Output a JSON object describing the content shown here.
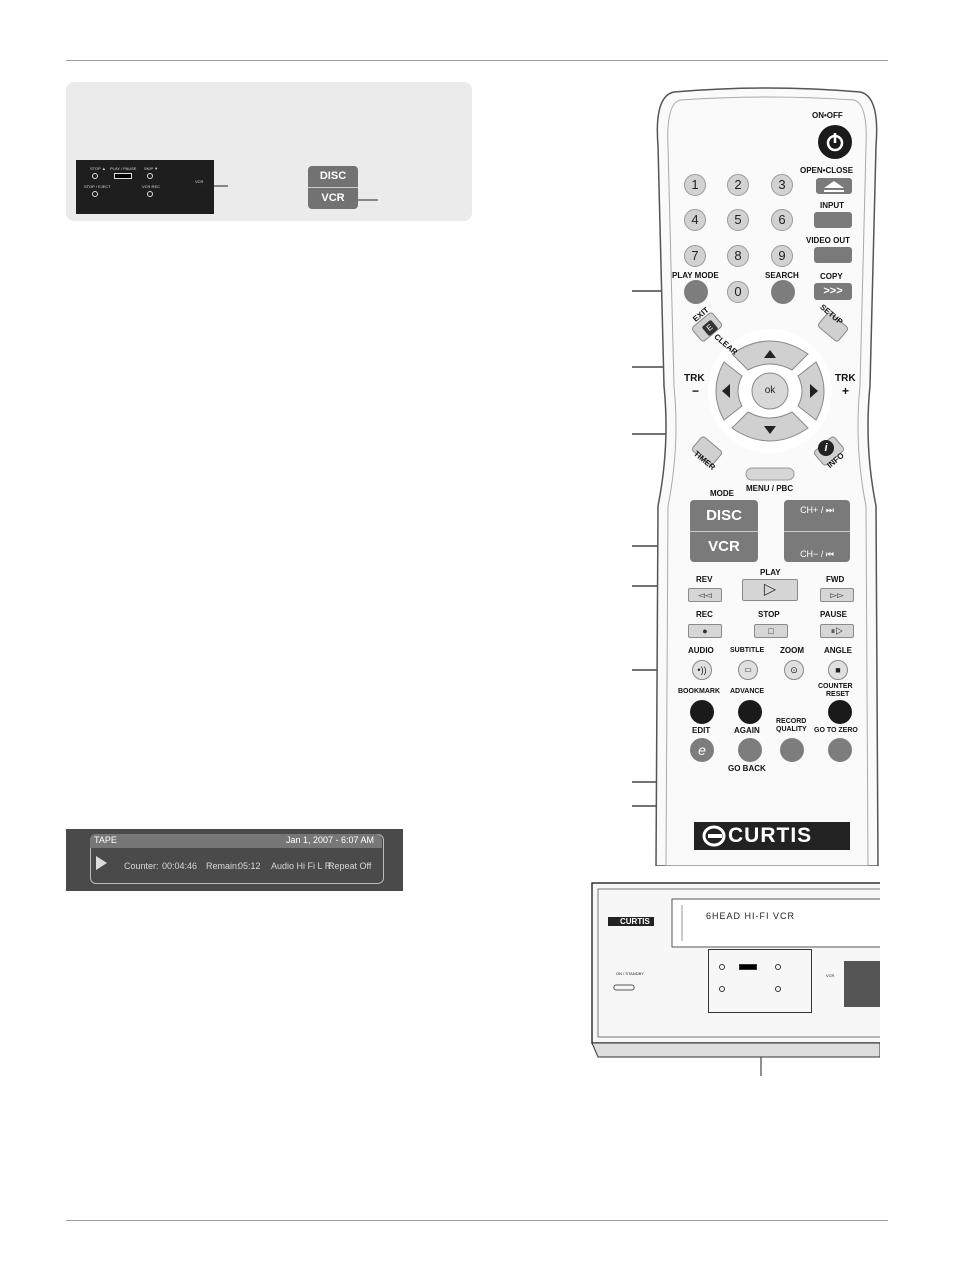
{
  "panel": {
    "labels": [
      "STOP ▲",
      "PLAY / PAUSE",
      "SKIP ▼",
      "STOP / EJECT",
      "VCR REC",
      "VCR"
    ],
    "disc_label": "DISC",
    "vcr_label": "VCR"
  },
  "remote": {
    "on_off": "ON•OFF",
    "open_close": "OPEN•CLOSE",
    "input": "INPUT",
    "video_out": "VIDEO OUT",
    "copy": "COPY",
    "copy_symbol": ">>>",
    "play_mode": "PLAY MODE",
    "search": "SEARCH",
    "numbers": [
      "1",
      "2",
      "3",
      "4",
      "5",
      "6",
      "7",
      "8",
      "9",
      "0"
    ],
    "exit": "EXIT",
    "clear": "CLEAR",
    "setup": "SETUP",
    "trk_label": "TRK",
    "trk_minus": "−",
    "trk_plus": "+",
    "ok": "ok",
    "timer": "TIMER",
    "info": "INFO",
    "info_icon": "i",
    "menu_pbc": "MENU / PBC",
    "mode": "MODE",
    "disc": "DISC",
    "vcr": "VCR",
    "ch_plus": "CH+ / ⏭",
    "ch_minus": "CH− / ⏮",
    "rev": "REV",
    "play": "PLAY",
    "fwd": "FWD",
    "rec": "REC",
    "stop": "STOP",
    "pause": "PAUSE",
    "audio": "AUDIO",
    "subtitle": "SUBTITLE",
    "zoom": "ZOOM",
    "angle": "ANGLE",
    "bookmark": "BOOKMARK",
    "advance": "ADVANCE",
    "counter_reset": "COUNTER RESET",
    "counter_reset_l1": "COUNTER",
    "counter_reset_l2": "RESET",
    "edit": "EDIT",
    "edit_icon": "e",
    "again": "AGAIN",
    "record_quality_l1": "RECORD",
    "record_quality_l2": "QUALITY",
    "go_to_zero": "GO TO ZERO",
    "go_back": "GO BACK",
    "brand": "CURTIS"
  },
  "osd": {
    "source": "TAPE",
    "datetime": "Jan 1, 2007 - 6:07 AM",
    "counter_label": "Counter:",
    "counter_value": "00:04:46",
    "remain_label": "Remain:",
    "remain_value": "05:12",
    "audio": "Audio Hi Fi L R",
    "repeat": "Repeat Off"
  },
  "vcr_front": {
    "brand": "CURTIS",
    "tape_label": "6HEAD HI-FI VCR",
    "standby": "ON / STANDBY",
    "vcr_indicator": "VCR"
  }
}
